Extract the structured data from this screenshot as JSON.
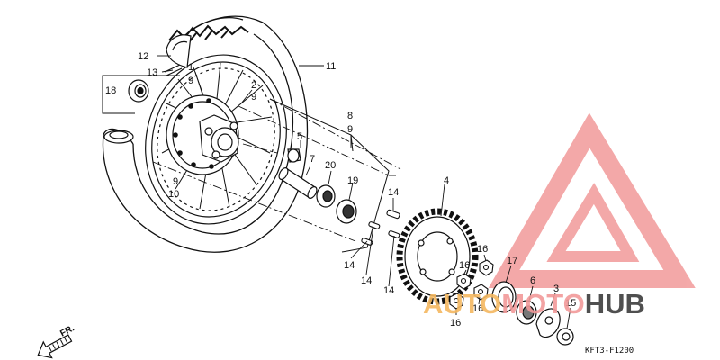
{
  "diagram": {
    "callouts": [
      {
        "id": "c12",
        "text": "12"
      },
      {
        "id": "c13",
        "text": "13"
      },
      {
        "id": "c1",
        "text": "1"
      },
      {
        "id": "c9a",
        "text": "9"
      },
      {
        "id": "c18",
        "text": "18"
      },
      {
        "id": "c11",
        "text": "11"
      },
      {
        "id": "c2",
        "text": "2"
      },
      {
        "id": "c9b",
        "text": "9"
      },
      {
        "id": "c8",
        "text": "8"
      },
      {
        "id": "c9c",
        "text": "9"
      },
      {
        "id": "c5",
        "text": "5"
      },
      {
        "id": "c7",
        "text": "7"
      },
      {
        "id": "c20",
        "text": "20"
      },
      {
        "id": "c19",
        "text": "19"
      },
      {
        "id": "c4",
        "text": "4"
      },
      {
        "id": "c9d",
        "text": "9"
      },
      {
        "id": "c10",
        "text": "10"
      },
      {
        "id": "c14a",
        "text": "14"
      },
      {
        "id": "c14b",
        "text": "14"
      },
      {
        "id": "c14c",
        "text": "14"
      },
      {
        "id": "c14d",
        "text": "14"
      },
      {
        "id": "c16a",
        "text": "16"
      },
      {
        "id": "c16b",
        "text": "16"
      },
      {
        "id": "c16c",
        "text": "16"
      },
      {
        "id": "c16d",
        "text": "16"
      },
      {
        "id": "c17",
        "text": "17"
      },
      {
        "id": "c6",
        "text": "6"
      },
      {
        "id": "c3",
        "text": "3"
      },
      {
        "id": "c15",
        "text": "15"
      }
    ],
    "direction_label": "FR.",
    "diagram_code": "KFT3-F1200"
  },
  "watermark": {
    "prefix": "AUTO",
    "middle": "MOTO",
    "suffix": "HUB",
    "colors": {
      "primary": "#f29a9a",
      "accent": "#f4b860",
      "dark": "#3c3c3c"
    }
  }
}
